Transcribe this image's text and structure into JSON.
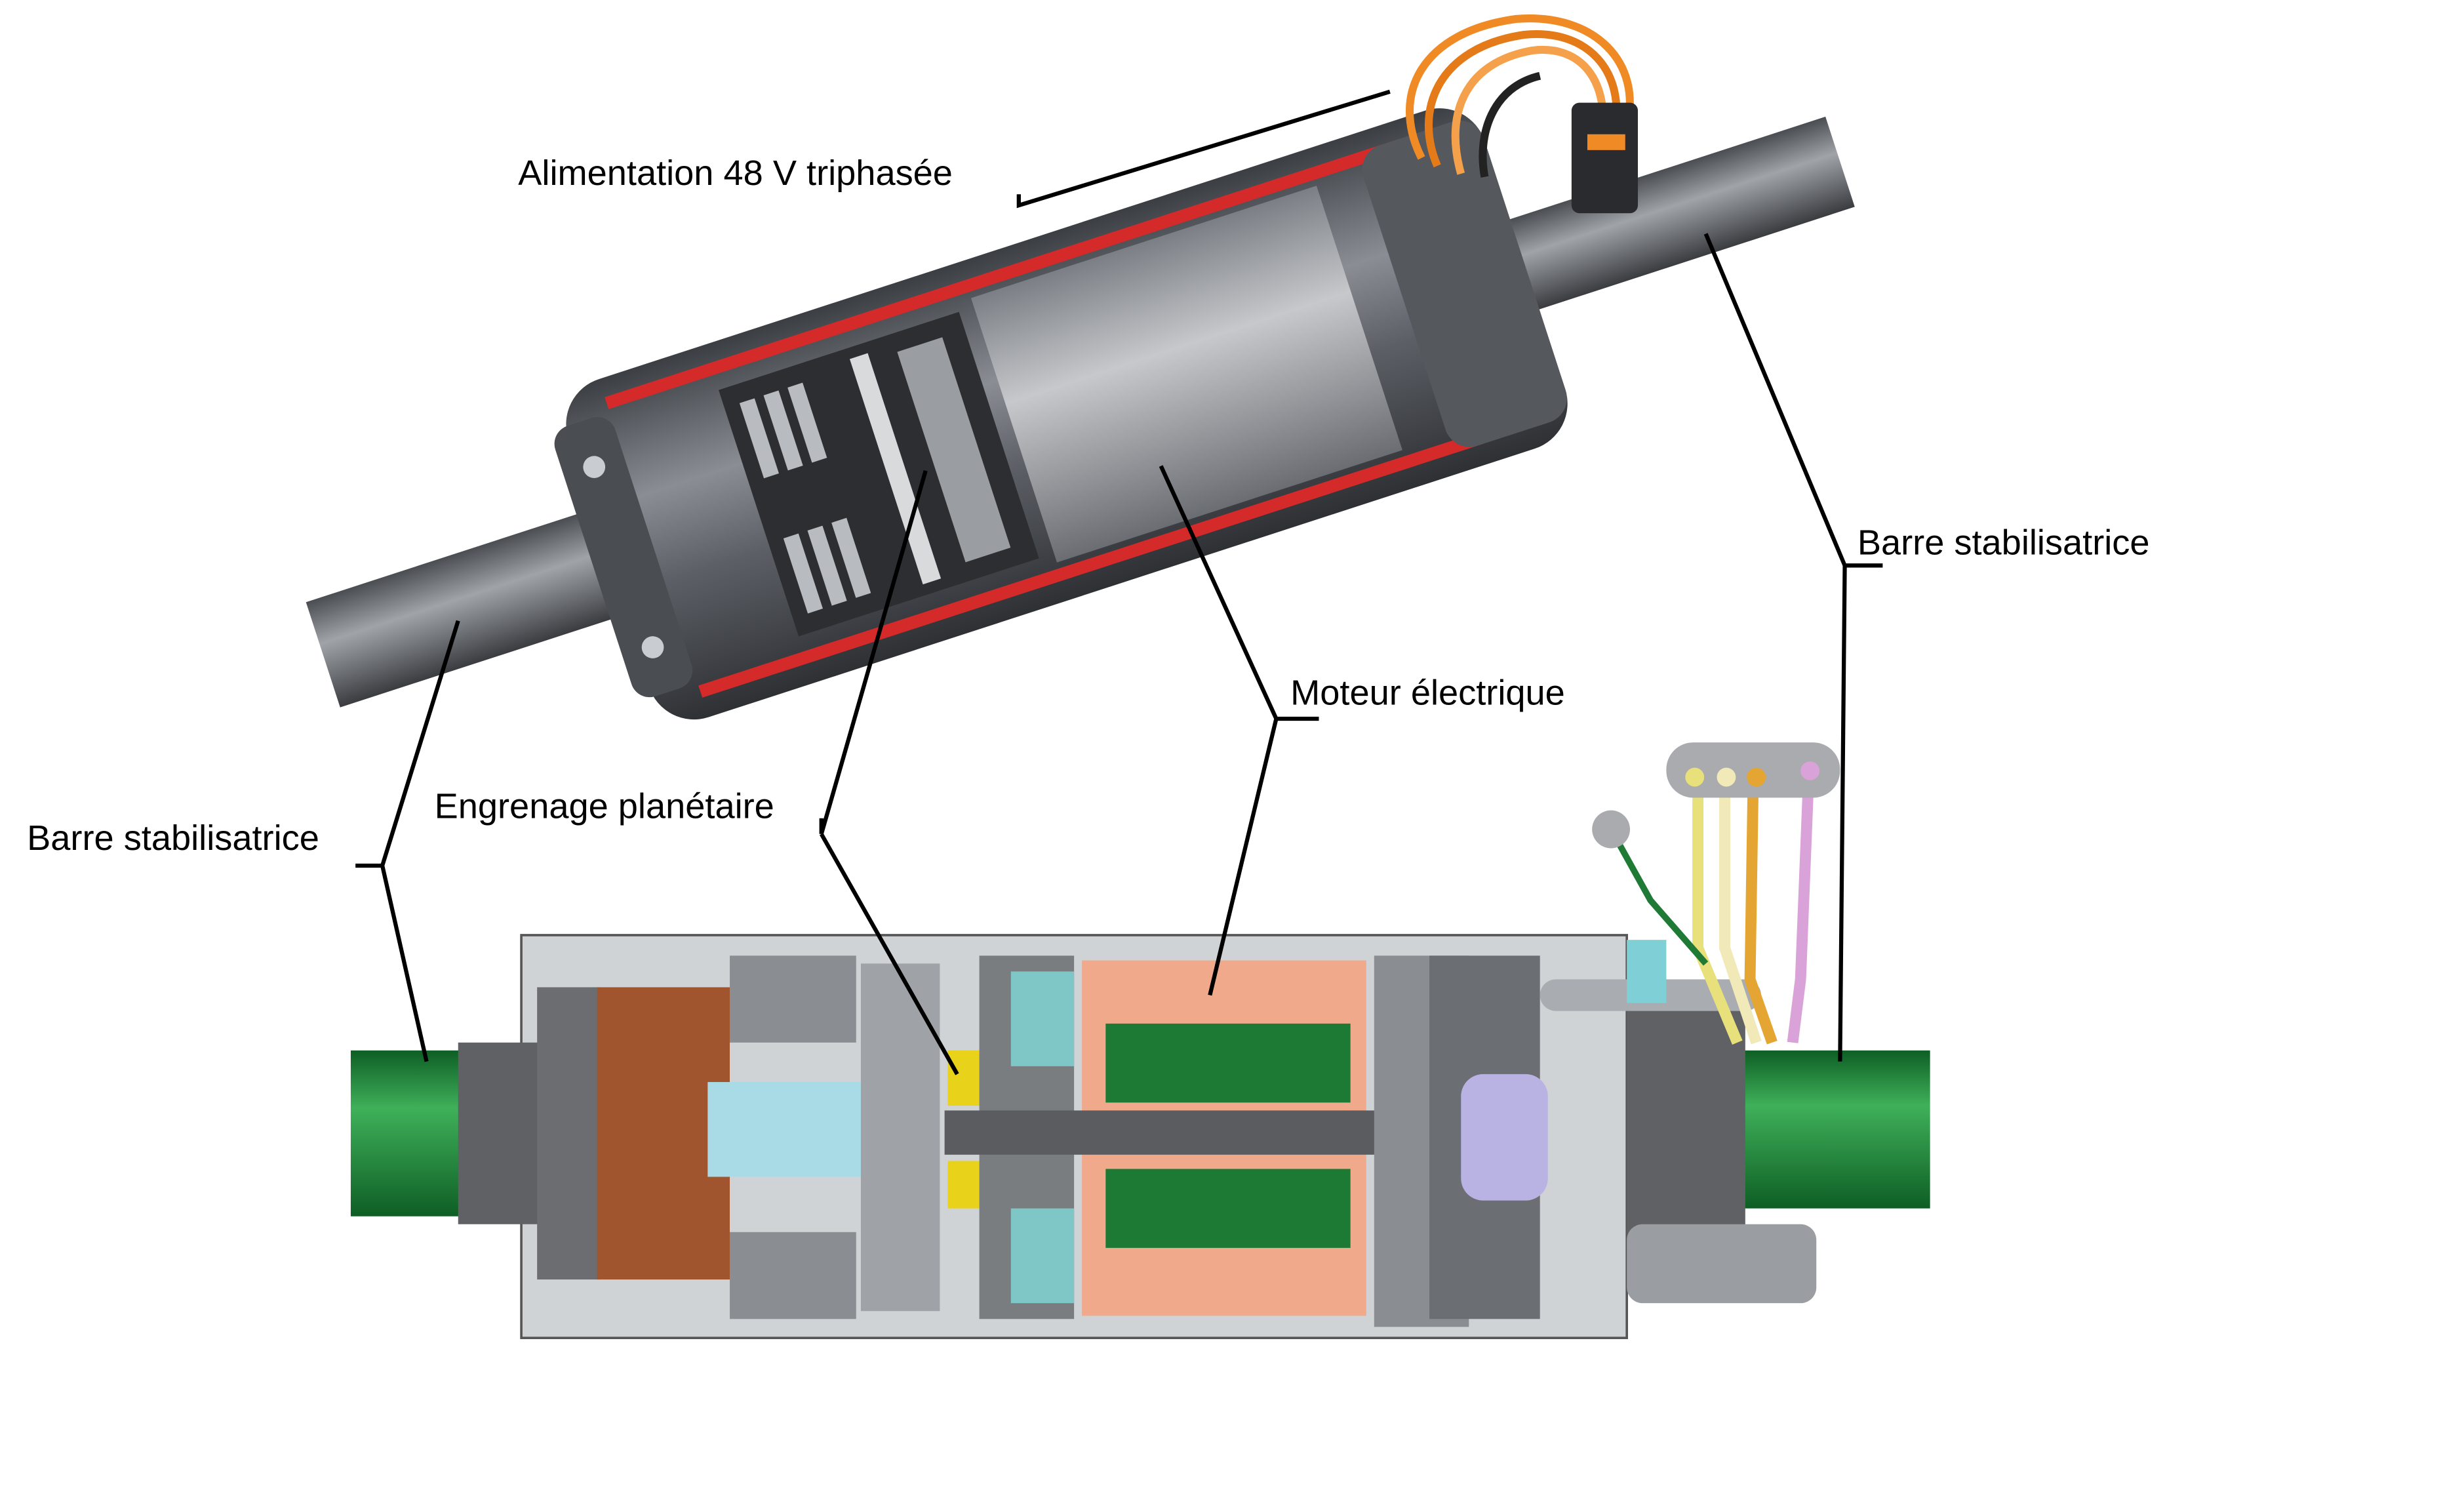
{
  "labels": {
    "power_supply": "Alimentation 48 V triphasée",
    "stabilizer_bar_right": "Barre stabilisatrice",
    "electric_motor": "Moteur électrique",
    "planetary_gear": "Engrenage planétaire",
    "stabilizer_bar_left": "Barre stabilisatrice"
  },
  "colors": {
    "housing": "#5a5d62",
    "cutaway_red": "#d42a2a",
    "cable_orange": "#f08a24",
    "section_green": "#1f8a3a",
    "stator_peach": "#f0a98a",
    "bearing_brown": "#a0552e",
    "light_blue": "#a9dbe6",
    "pink": "#e7a5d6"
  }
}
